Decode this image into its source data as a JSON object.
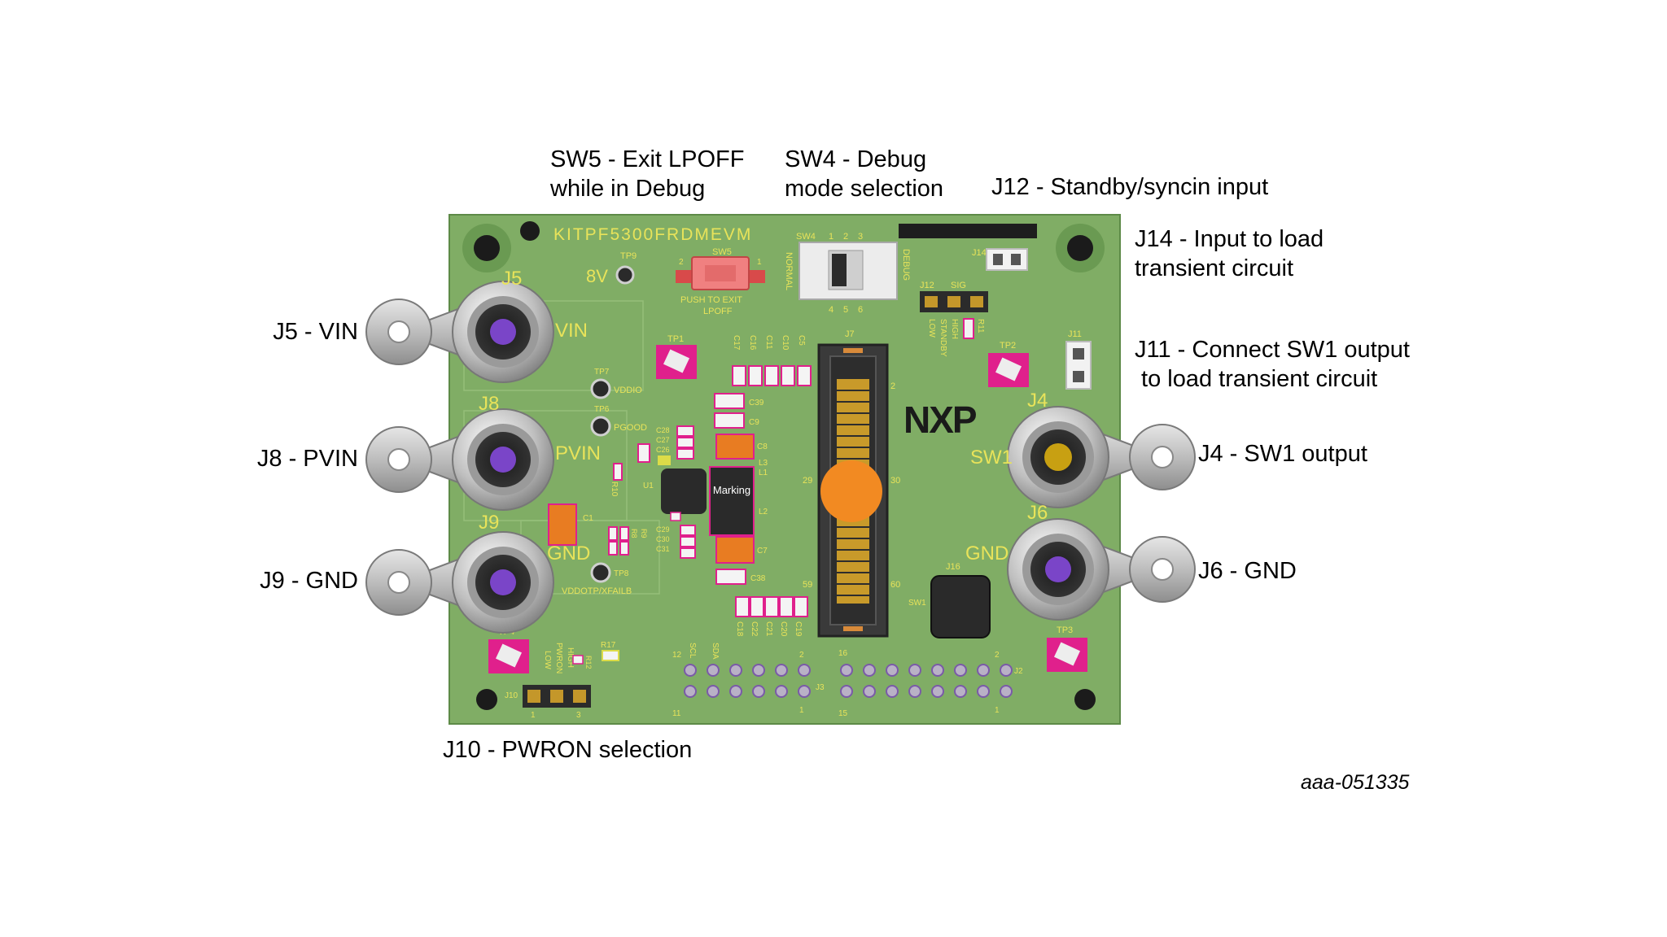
{
  "callouts": {
    "sw5": "SW5 - Exit LPOFF\nwhile in Debug",
    "sw4": "SW4 - Debug\nmode selection",
    "j12": "J12 - Standby/syncin input",
    "j14": "J14 - Input to load\ntransient circuit",
    "j11": "J11 - Connect SW1 output\n to load transient circuit",
    "j4": "J4 - SW1 output",
    "j6": "J6 - GND",
    "j5": "J5 - VIN",
    "j8": "J8 - PVIN",
    "j9": "J9 - GND",
    "j10": "J10 - PWRON selection"
  },
  "figure_id": "aaa-051335",
  "board": {
    "title": "KITPF5300FRDMEVM",
    "brand": "NXP",
    "chip_marking": "Marking",
    "labels": {
      "j5": "J5",
      "vin": "VIN",
      "j8": "J8",
      "pvin": "PVIN",
      "j9": "J9",
      "gnd_left": "GND",
      "j4": "J4",
      "sw1": "SW1",
      "j6": "J6",
      "gnd_right": "GND",
      "tp9": "TP9",
      "v8": "8V",
      "sw5": "SW5",
      "push": "PUSH TO EXIT",
      "lpoff": "LPOFF",
      "sw4": "SW4",
      "normal": "NORMAL",
      "debug": "DEBUG",
      "j12": "J12",
      "sig": "SIG",
      "low": "LOW",
      "high": "HIGH",
      "standby": "STANDBY",
      "j14": "J14",
      "j11": "J11",
      "j7": "J7",
      "tp1": "TP1",
      "tp2": "TP2",
      "tp3": "TP3",
      "tp4": "TP4",
      "tp6": "TP6",
      "tp7": "TP7",
      "tp8": "TP8",
      "vddio": "VDDIO",
      "pgood": "PGOOD",
      "vddotp": "VDDOTP/XFAILB",
      "j10": "J10",
      "j16": "J16",
      "sw1_btn": "SW1",
      "j2": "J2",
      "j3": "J3",
      "scl": "SCL",
      "sda": "SDA",
      "pwron": "PWRON",
      "c1": "C1",
      "c7": "C7",
      "c8": "C8",
      "c9": "C9",
      "c38": "C38",
      "c39": "C39",
      "l1": "L1",
      "l2": "L2",
      "l3": "L3",
      "u1": "U1",
      "r8": "R8",
      "r9": "R9",
      "r10": "R10",
      "r11": "R11",
      "r12": "R12",
      "r17": "R17",
      "pin2": "2",
      "pin29": "29",
      "pin30": "30",
      "pin59": "59",
      "pin60": "60",
      "n1": "1",
      "n2": "2",
      "n3": "3",
      "n4": "4",
      "n5": "5",
      "n6": "6",
      "n11": "11",
      "n12": "12",
      "n15": "15",
      "n16": "16",
      "caps_top": [
        "C17",
        "C16",
        "C11",
        "C10",
        "C5"
      ],
      "caps_bottom": [
        "C18",
        "C22",
        "C21",
        "C20",
        "C19"
      ],
      "caps_mid": [
        "C28",
        "C27",
        "C26"
      ],
      "caps_low": [
        "C29",
        "C30",
        "C31"
      ]
    }
  },
  "colors": {
    "board": "#7fae63",
    "board_dark": "#5f8c48",
    "silkscreen": "#e8e35a",
    "post_purple": "#7a45c8",
    "post_gold": "#c8a012",
    "magenta_pad": "#e0208c",
    "orange": "#f28a22"
  }
}
